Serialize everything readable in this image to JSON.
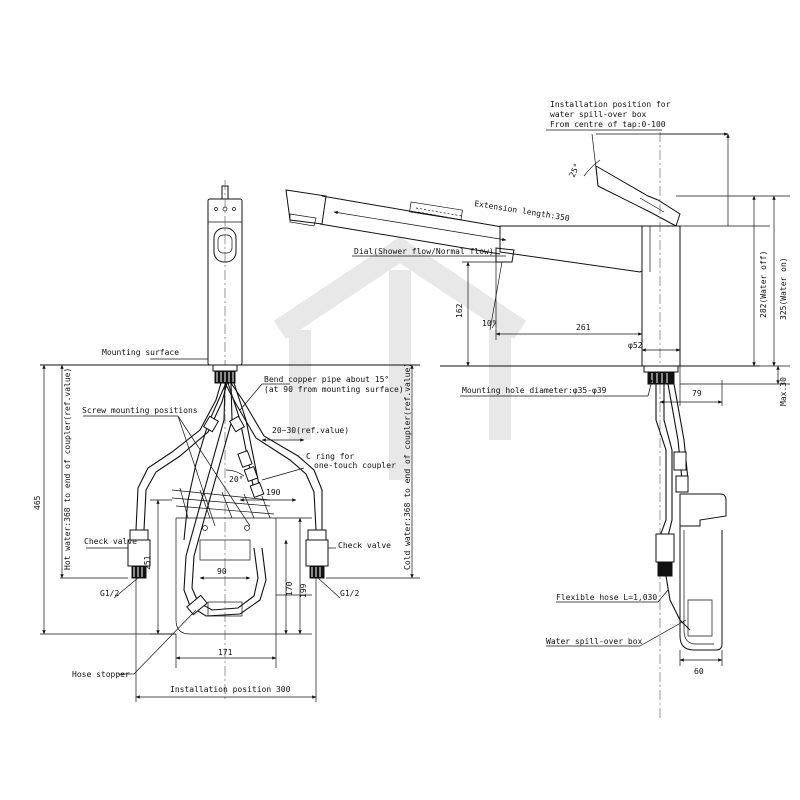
{
  "front_view": {
    "mounting_surface": "Mounting surface",
    "screw_mounting_positions": "Screw mounting positions",
    "bend_copper_pipe_1": "Bend copper pipe about 15°",
    "bend_copper_pipe_2": "(at 90 from mounting surface)",
    "ref_20_30": "20~30(ref.value)",
    "c_ring_1": "C ring for",
    "c_ring_2": "one-touch coupler",
    "angle_20": "20°",
    "dim_190": "190",
    "dim_90": "90",
    "dim_251": "251",
    "dim_170": "170",
    "dim_199": "199",
    "dim_171": "171",
    "dim_465": "465",
    "hot_water": "Hot water:368 to end of coupler(ref.value)",
    "cold_water": "Cold water:368 to end of coupler(ref.value)",
    "check_valve_left": "Check valve",
    "check_valve_right": "Check valve",
    "g12_left": "G1/2",
    "g12_right": "G1/2",
    "hose_stopper": "Hose stopper",
    "installation_position": "Installation position 300"
  },
  "side_view": {
    "spill_box_1": "Installation position for",
    "spill_box_2": "water spill-over box",
    "spill_box_3": "From centre of tap:0-100",
    "angle_25": "25°",
    "extension_length": "Extension length:350",
    "dial": "Dial(Shower flow/Normal flow)",
    "dim_162": "162",
    "angle_10": "10°",
    "dim_261": "261",
    "dia_52": "φ52",
    "water_off": "282(Water off)",
    "water_on": "325(Water on)",
    "mounting_hole": "Mounting hole diameter:φ35-φ39",
    "dim_79": "79",
    "max_30": "Max.30",
    "flexible_hose": "Flexible hose L=1,030",
    "water_spill_box": "Water spill-over box",
    "dim_60": "60"
  }
}
